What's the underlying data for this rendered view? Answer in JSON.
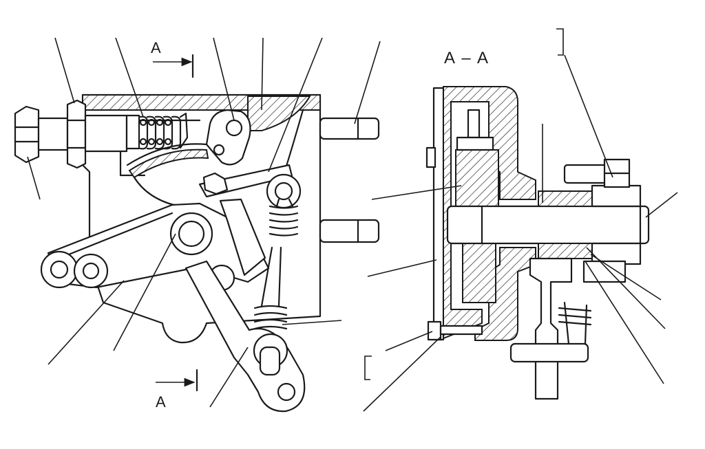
{
  "section_labels": {
    "top_a": "A",
    "bottom_a": "A",
    "section_title": "A – A"
  },
  "colors": {
    "ink": "#1a1a1a",
    "paper": "#ffffff"
  }
}
